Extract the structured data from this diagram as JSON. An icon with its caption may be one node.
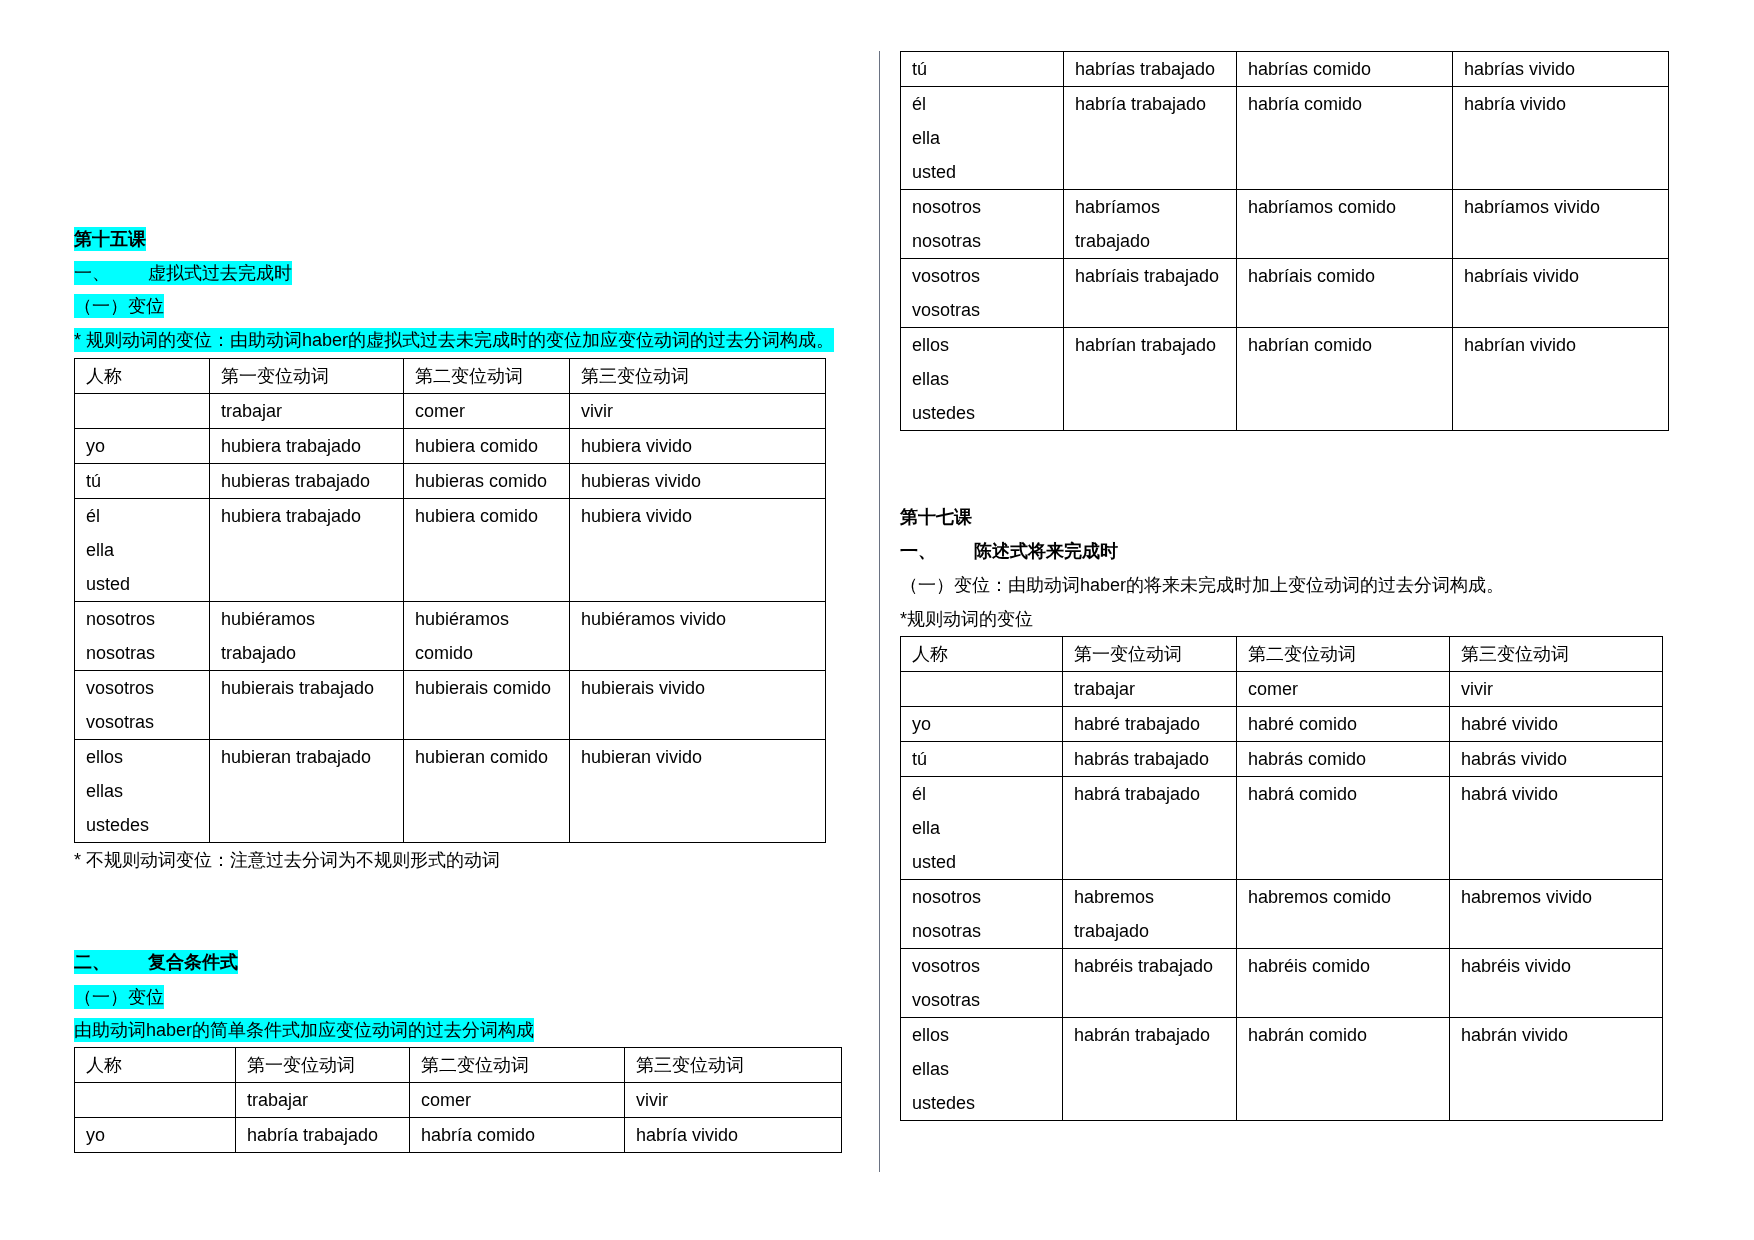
{
  "diagram": {
    "labels": [
      "第十五课",
      "一、",
      "虚拟式过去完成时",
      "（一）变位",
      "* 规则动词的变位：由助动词haber的虚拟式过去未完成时的变位加应变位动词的过去分词构成。",
      "人称",
      "第一变位动词",
      "第二变位动词",
      "第三变位动词",
      "trabajar",
      "comer",
      "vivir",
      "yo",
      "hubiera trabajado",
      "hubiera comido",
      "hubiera vivido",
      "tú",
      "hubieras trabajado",
      "hubieras comido",
      "hubieras vivido",
      "él",
      "ella",
      "usted",
      "hubiera trabajado",
      "hubiera comido",
      "hubiera vivido",
      "nosotros",
      "nosotras",
      "hubiéramos trabajado",
      "hubiéramos comido",
      "hubiéramos vivido",
      "vosotros",
      "vosotras",
      "hubierais trabajado",
      "hubierais comido",
      "hubierais vivido",
      "ellos",
      "ellas",
      "ustedes",
      "hubieran trabajado",
      "hubieran comido",
      "hubieran vivido",
      "* 不规则动词变位：注意过去分词为不规则形式的动词",
      "二、",
      "复合条件式",
      "（一）变位",
      "由助动词haber的简单条件式加应变位动词的过去分词构成",
      "人称",
      "第一变位动词",
      "第二变位动词",
      "第三变位动词",
      "trabajar",
      "comer",
      "vivir",
      "yo",
      "habría trabajado",
      "habría comido",
      "habría vivido",
      "tú",
      "habrías trabajado",
      "habrías comido",
      "habrías vivido",
      "él",
      "ella",
      "usted",
      "habría trabajado",
      "habría comido",
      "habría vivido",
      "nosotros",
      "nosotras",
      "habríamos trabajado",
      "habríamos comido",
      "habríamos vivido",
      "vosotros",
      "vosotras",
      "habríais trabajado",
      "habríais comido",
      "habríais vivido",
      "ellos",
      "ellas",
      "ustedes",
      "habrían trabajado",
      "habrían comido",
      "habrían vivido",
      "第十七课",
      "一、",
      "陈述式将来完成时",
      "（一）变位：由助动词haber的将来未完成时加上变位动词的过去分词构成。",
      "*规则动词的变位",
      "人称",
      "第一变位动词",
      "第二变位动词",
      "第三变位动词",
      "trabajar",
      "comer",
      "vivir",
      "yo",
      "habré trabajado",
      "habré comido",
      "habré vivido",
      "tú",
      "habrás trabajado",
      "habrás comido",
      "habrás vivido",
      "él",
      "ella",
      "usted",
      "habrá trabajado",
      "habrá comido",
      "habrá vivido",
      "nosotros",
      "nosotras",
      "habremos trabajado",
      "habremos comido",
      "habremos vivido",
      "vosotros",
      "vosotras",
      "habréis trabajado",
      "habréis comido",
      "habréis vivido",
      "ellos",
      "ellas",
      "ustedes",
      "habrán trabajado",
      "habrán comido",
      "habrán vivido"
    ]
  }
}
